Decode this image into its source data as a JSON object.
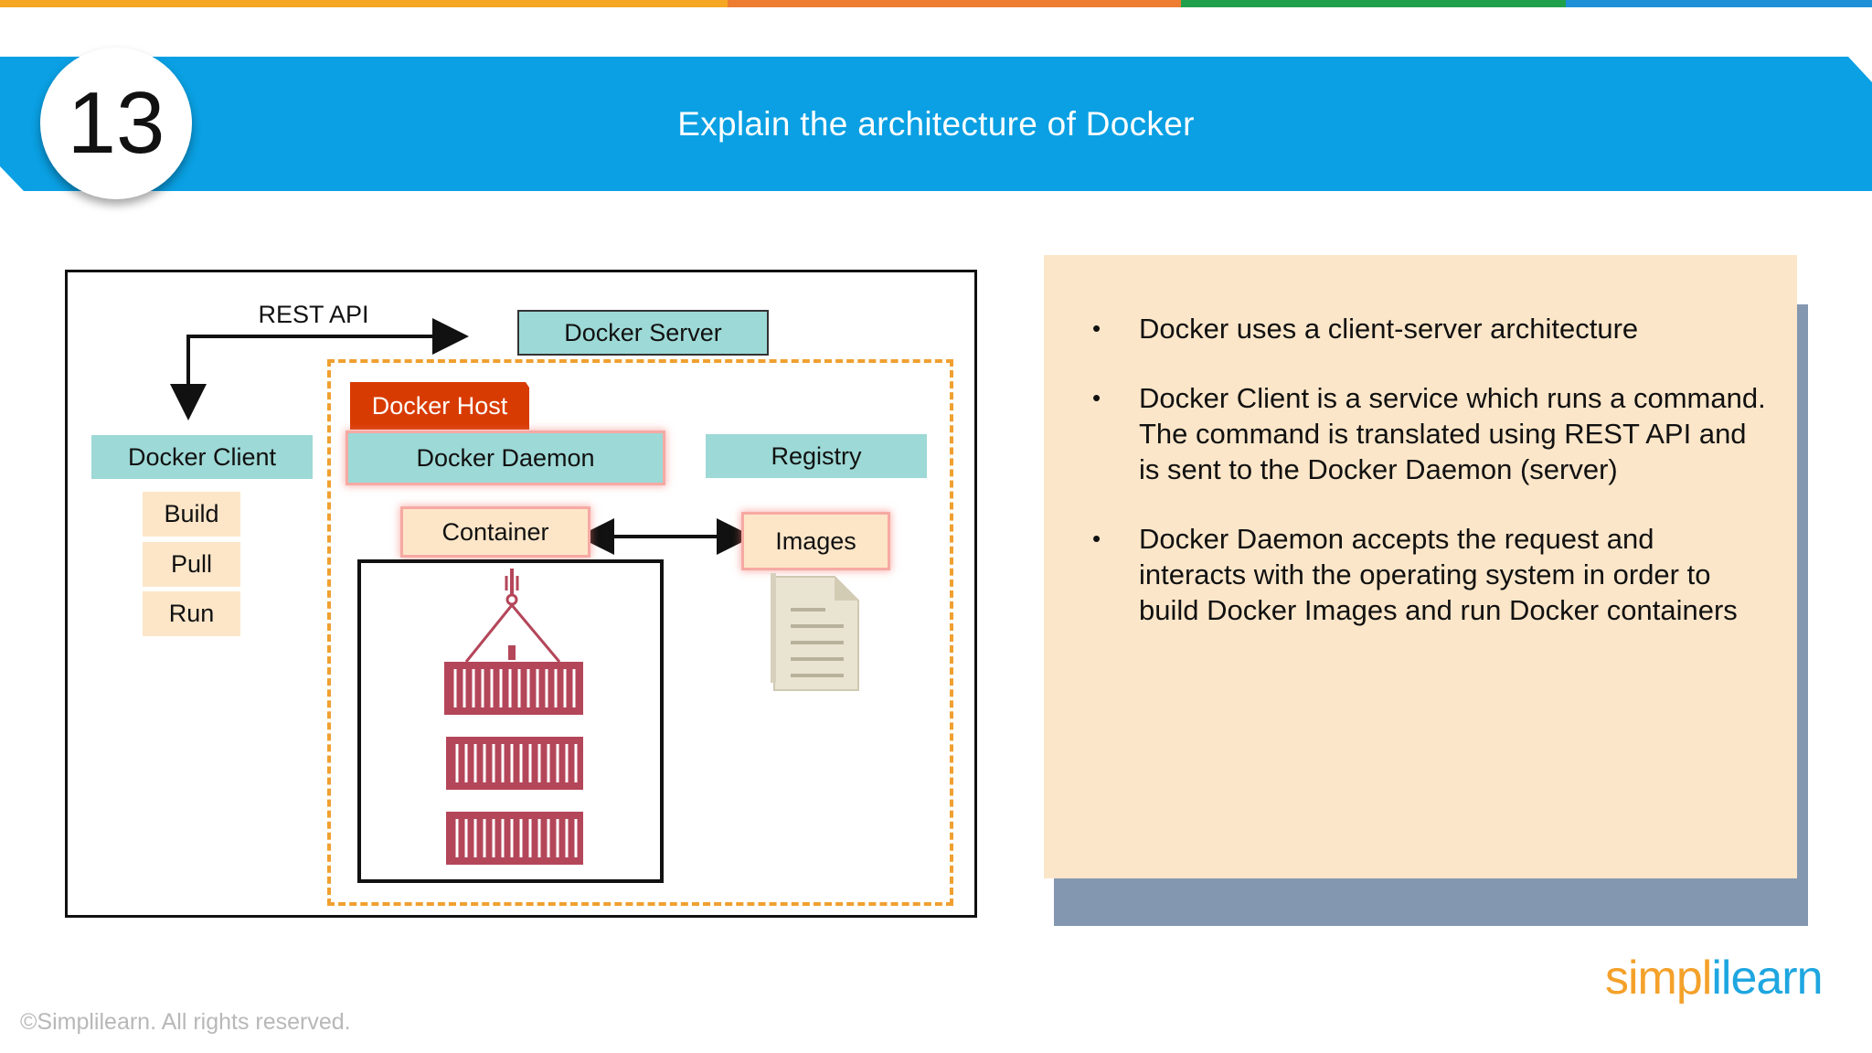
{
  "slide": {
    "number": "13",
    "title": "Explain the architecture of Docker",
    "top_bar_colors": [
      "#f5a623",
      "#ee7d31",
      "#21a04b",
      "#1e90d8"
    ],
    "accent_color": "#0aa0e3"
  },
  "diagram": {
    "rest_api_label": "REST API",
    "docker_server": "Docker Server",
    "docker_host": "Docker Host",
    "docker_client": "Docker Client",
    "client_commands": [
      "Build",
      "Pull",
      "Run"
    ],
    "docker_daemon": "Docker Daemon",
    "registry": "Registry",
    "container": "Container",
    "images": "Images"
  },
  "info": {
    "bullets": [
      "Docker uses a client-server architecture",
      "Docker Client is a service which runs a command. The command is translated using REST API and is sent to the Docker Daemon (server)",
      "Docker Daemon accepts the request and interacts with the operating system in order to build Docker Images and run Docker containers"
    ]
  },
  "footer": {
    "copyright": "©Simplilearn. All rights reserved.",
    "logo_part1": "simpl",
    "logo_part2": "ilearn"
  }
}
